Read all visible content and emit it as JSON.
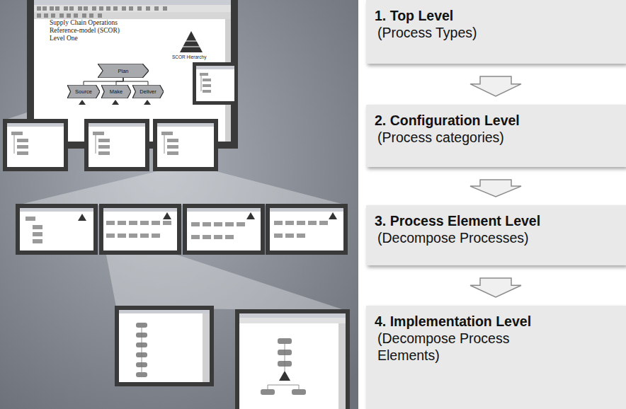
{
  "diagram": {
    "nodes": [
      {
        "text": [
          "1. Top Level",
          "(Process Types)"
        ]
      },
      {
        "text": [
          "2. Configuration Level",
          "(Process categories)"
        ]
      },
      {
        "text": [
          "3. Process Element Level",
          "(Decompose Processes)"
        ]
      },
      {
        "text": [
          "4. Implementation Level",
          "(Decompose Process Elements)"
        ]
      },
      {
        "text": [
          "Plan"
        ]
      },
      {
        "text": [
          "Source"
        ]
      },
      {
        "text": [
          "Make"
        ]
      },
      {
        "text": [
          "Deliver"
        ]
      }
    ],
    "edges": [
      {
        "from": 0,
        "to": 1,
        "arrow": "to"
      },
      {
        "from": 1,
        "to": 2,
        "arrow": "to"
      },
      {
        "from": 2,
        "to": 3,
        "arrow": "to"
      },
      {
        "from": 4,
        "to": 5,
        "arrow": "none"
      },
      {
        "from": 4,
        "to": 6,
        "arrow": "none"
      },
      {
        "from": 4,
        "to": 7,
        "arrow": "none"
      }
    ],
    "labels": [
      "Supply Chain Operations Reference-model (SCOR) Level One",
      "SCOR Hierarchy"
    ]
  }
}
